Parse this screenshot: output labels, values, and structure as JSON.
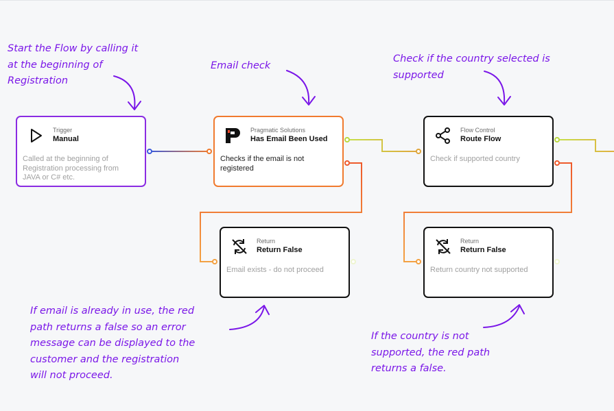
{
  "colors": {
    "trigger_border": "#8a2be2",
    "action_border": "#f07a2e",
    "default_border": "#111111",
    "annotation": "#7a16e8",
    "success_wire": "#c6e04a",
    "fail_wire": "#ee5a2b",
    "start_wire": "#3b5bdb"
  },
  "nodes": {
    "trigger": {
      "icon": "play-icon",
      "category": "Trigger",
      "name": "Manual",
      "description": "Called at the beginning of Registration processing from JAVA or C# etc."
    },
    "email_check": {
      "icon": "pragmatic-logo-icon",
      "category": "Pragmatic Solutions",
      "name": "Has Email Been Used",
      "description": "Checks if the email is not registered"
    },
    "route_flow": {
      "icon": "share-icon",
      "category": "Flow Control",
      "name": "Route Flow",
      "description": "Check if supported country"
    },
    "return_email": {
      "icon": "return-icon",
      "category": "Return",
      "name": "Return False",
      "description": "Email exists - do not proceed"
    },
    "return_country": {
      "icon": "return-icon",
      "category": "Return",
      "name": "Return False",
      "description": "Return country not supported"
    }
  },
  "annotations": {
    "start": "Start the Flow by calling it\nat the beginning of\nRegistration",
    "email": "Email check",
    "country": "Check if the country selected is\nsupported",
    "email_fail": "If email is already in use, the red\npath returns a false so an error\nmessage can be displayed to the\ncustomer and the registration\nwill not proceed.",
    "country_fail": "If the country is not\nsupported, the red path\nreturns a false."
  }
}
